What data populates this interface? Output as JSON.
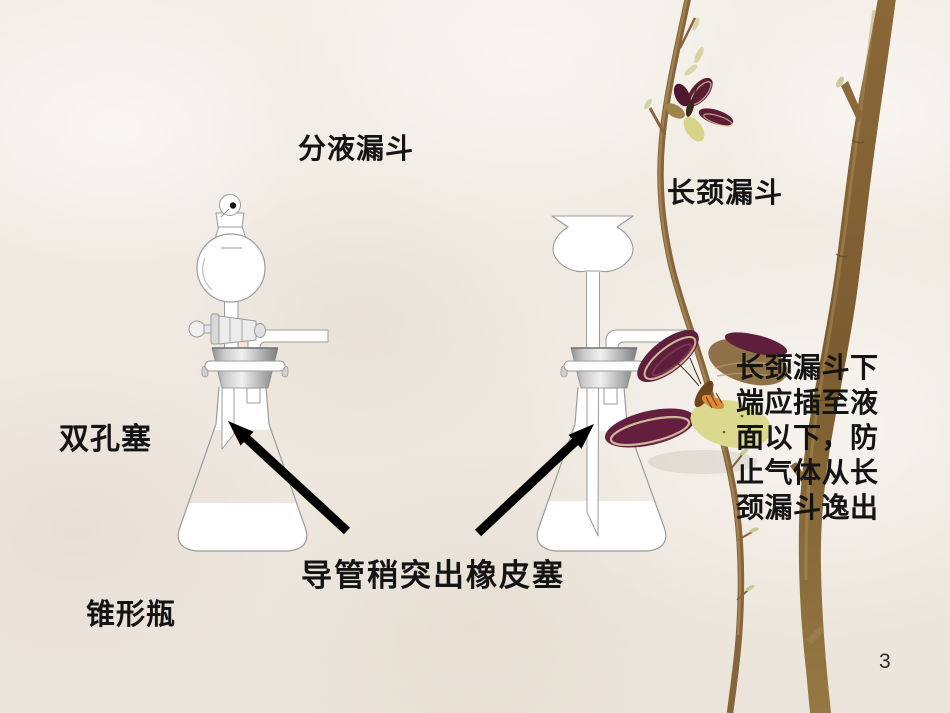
{
  "slide": {
    "page_number": "3",
    "annotations": {
      "separating_funnel": "分液漏斗",
      "long_neck_funnel": "长颈漏斗",
      "double_hole_stopper": "双孔塞",
      "conical_flask": "锥形瓶",
      "tube_note": "导管稍突出橡皮塞",
      "side_note": "长颈漏斗下端应插至液面以下，防止气体从长颈漏斗逸出"
    },
    "colors": {
      "background_paper": "#efe9e2",
      "text": "#141414",
      "arrow": "#000000",
      "glass_outline": "#9b9b9b",
      "stopper_gray": "#b5b5b5",
      "branch_brown": "#87653c",
      "butterfly_maroon": "#5e1f3c",
      "butterfly_tan": "#8f7148",
      "butterfly_yellow": "#d8d68c"
    }
  }
}
